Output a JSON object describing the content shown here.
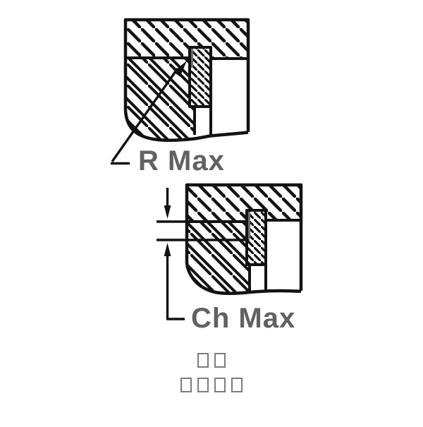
{
  "figures": {
    "fillet": {
      "label": "R Max"
    },
    "chamfer": {
      "label": "Ch Max"
    }
  },
  "caption": {
    "row1_count": 2,
    "row2_count": 4
  },
  "colors": {
    "line": "#121212",
    "label_text": "#616161",
    "gray_mark": "#6e6e6e",
    "tofu_border": "#7c7c7c",
    "background": "#ffffff"
  }
}
